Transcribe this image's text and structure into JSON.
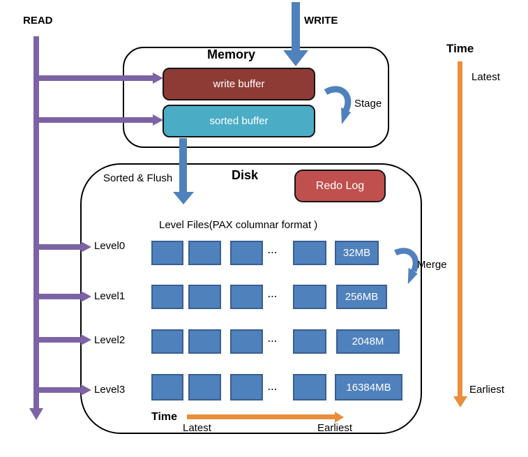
{
  "arrows": {
    "read_label": "READ",
    "write_label": "WRITE",
    "stage_label": "Stage",
    "flush_label": "Sorted & Flush",
    "merge_label": "Merge"
  },
  "memory": {
    "title": "Memory",
    "write_buffer": "write buffer",
    "sorted_buffer": "sorted buffer"
  },
  "disk": {
    "title": "Disk",
    "redo_log": "Redo Log",
    "level_files_caption": "Level Files(PAX columnar format )",
    "ellipsis": "...",
    "levels": [
      {
        "name": "Level0",
        "size": "32MB"
      },
      {
        "name": "Level1",
        "size": "256MB"
      },
      {
        "name": "Level2",
        "size": "2048M"
      },
      {
        "name": "Level3",
        "size": "16384MB"
      }
    ]
  },
  "time_axis_right": {
    "title": "Time",
    "start": "Latest",
    "end": "Earliest"
  },
  "time_axis_bottom": {
    "title": "Time",
    "start": "Latest",
    "end": "Earliest"
  },
  "colors": {
    "steel_blue": "#4F81BD",
    "steel_blue_border": "#3A5F8F",
    "dark_red": "#8E3B36",
    "red": "#C0504D",
    "teal": "#4BACC6",
    "purple": "#7D63A5",
    "orange": "#E98E3D"
  }
}
